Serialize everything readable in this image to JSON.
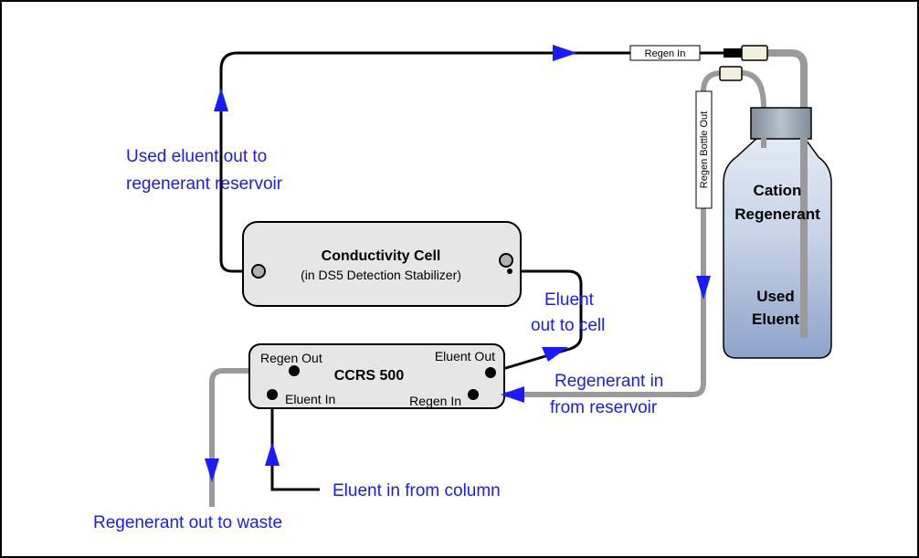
{
  "labels": {
    "used_eluent_out": [
      "Used eluent out to",
      "regenerant reservoir"
    ],
    "eluent_out_to_cell": [
      "Eluent",
      "out to cell"
    ],
    "regenerant_in_from_reservoir": [
      "Regenerant in",
      "from reservoir"
    ],
    "eluent_in_from_column": "Eluent in from column",
    "regenerant_out_to_waste": "Regenerant out to waste"
  },
  "conductivity_cell": {
    "title": "Conductivity Cell",
    "subtitle": "(in DS5 Detection Stabilizer)"
  },
  "ccrs": {
    "title": "CCRS 500",
    "regen_out": "Regen Out",
    "eluent_out": "Eluent Out",
    "eluent_in": "Eluent In",
    "regen_in": "Regen In"
  },
  "tubing_tags": {
    "regen_in": "Regen In",
    "regen_bottle_out": "Regen Bottle Out"
  },
  "bottle": {
    "line1": "Cation",
    "line2": "Regenerant",
    "line3": "Used",
    "line4": "Eluent"
  },
  "colors": {
    "arrow": "#1a1aff",
    "label": "#1a1aff",
    "device_fill": "#e6e6e6",
    "tube_gray": "#9a9a9a",
    "bottle_cap": "#8f9da6",
    "bottle_top": "#dde6f0",
    "bottle_bottom": "#93a6cc"
  }
}
